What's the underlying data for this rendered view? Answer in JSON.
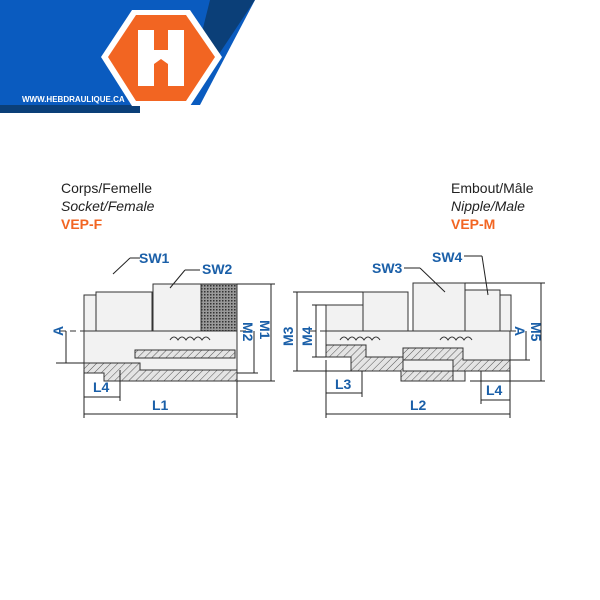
{
  "brand": {
    "website": "WWW.HEBDRAULIQUE.CA",
    "logo_letter": "H"
  },
  "colors": {
    "brand_blue": "#0a5bbf",
    "dark_blue": "#0b3f78",
    "orange": "#f26522",
    "dimension_blue": "#1a5fa8"
  },
  "socket": {
    "title_fr": "Corps/Femelle",
    "title_en": "Socket/Female",
    "code": "VEP-F",
    "labels": {
      "sw1": "SW1",
      "sw2": "SW2",
      "a": "A",
      "m2": "M2",
      "m1": "M1",
      "l4": "L4",
      "l1": "L1"
    }
  },
  "nipple": {
    "title_fr": "Embout/Mâle",
    "title_en": "Nipple/Male",
    "code": "VEP-M",
    "labels": {
      "sw3": "SW3",
      "sw4": "SW4",
      "m3": "M3",
      "m4": "M4",
      "a": "A",
      "m5": "M5",
      "l3": "L3",
      "l2": "L2",
      "l4": "L4"
    }
  }
}
